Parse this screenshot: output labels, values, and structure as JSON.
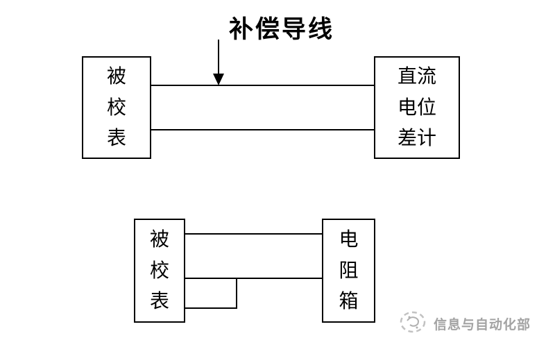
{
  "title": {
    "label": "补偿导线"
  },
  "top_diagram": {
    "left_box_label": "被\n校\n表",
    "right_box_label": "直流\n电位\n差计"
  },
  "bottom_diagram": {
    "left_box_label": "被\n校\n表",
    "right_box_label": "电\n阻\n箱"
  },
  "watermark": {
    "text": "信息与自动化部",
    "icon": "gray-logo-icon"
  },
  "colors": {
    "line": "#000000",
    "background": "#ffffff",
    "watermark_text": "#a3a3a3"
  }
}
